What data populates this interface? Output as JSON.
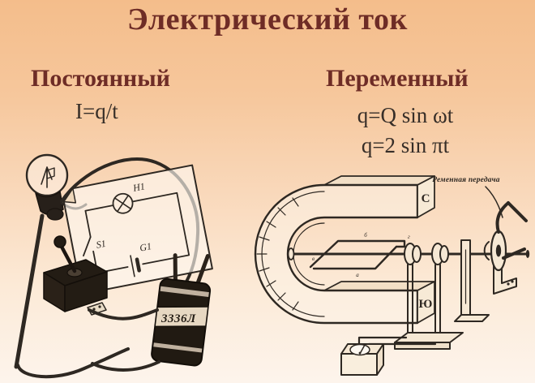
{
  "title": "Электрический ток",
  "columns": {
    "left": {
      "heading": "Постоянный",
      "formula": "I=q/t"
    },
    "right": {
      "heading": "Переменный",
      "formula1": "q=Q sin ωt",
      "formula2": "q=2 sin πt"
    }
  },
  "dc_figure": {
    "lamp_label": "Н1",
    "switch_label": "S1",
    "battery_label": "G1",
    "battery_type": "3336Л"
  },
  "ac_figure": {
    "pole_north": "С",
    "pole_south": "Ю",
    "belt_label": "Ременная передача",
    "armature_labels": {
      "a": "а",
      "b": "б",
      "v": "в",
      "g": "г"
    }
  },
  "colors": {
    "accent_title": "#6e2c26",
    "formula_ink": "#372e28",
    "line_ink": "#2e2822",
    "bg_top": "#f4bd8b",
    "bg_bottom": "#fdf4ec"
  }
}
